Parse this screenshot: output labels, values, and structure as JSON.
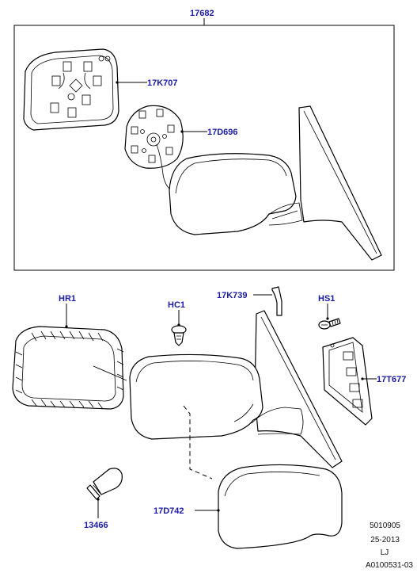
{
  "callouts": {
    "assembly": "17682",
    "glass": "17K707",
    "actuator": "17D696",
    "cover_kit": "HR1",
    "clip": "HC1",
    "seal": "17K739",
    "screw": "HS1",
    "trim_panel": "17T677",
    "bulb": "13466",
    "cap": "17D742"
  },
  "footer": {
    "line1": "5010905",
    "line2": "25-2013",
    "line3": "LJ",
    "line4": "A0100531-03"
  },
  "colors": {
    "callout_text": "#1a1aa6",
    "line_art": "#000000"
  }
}
